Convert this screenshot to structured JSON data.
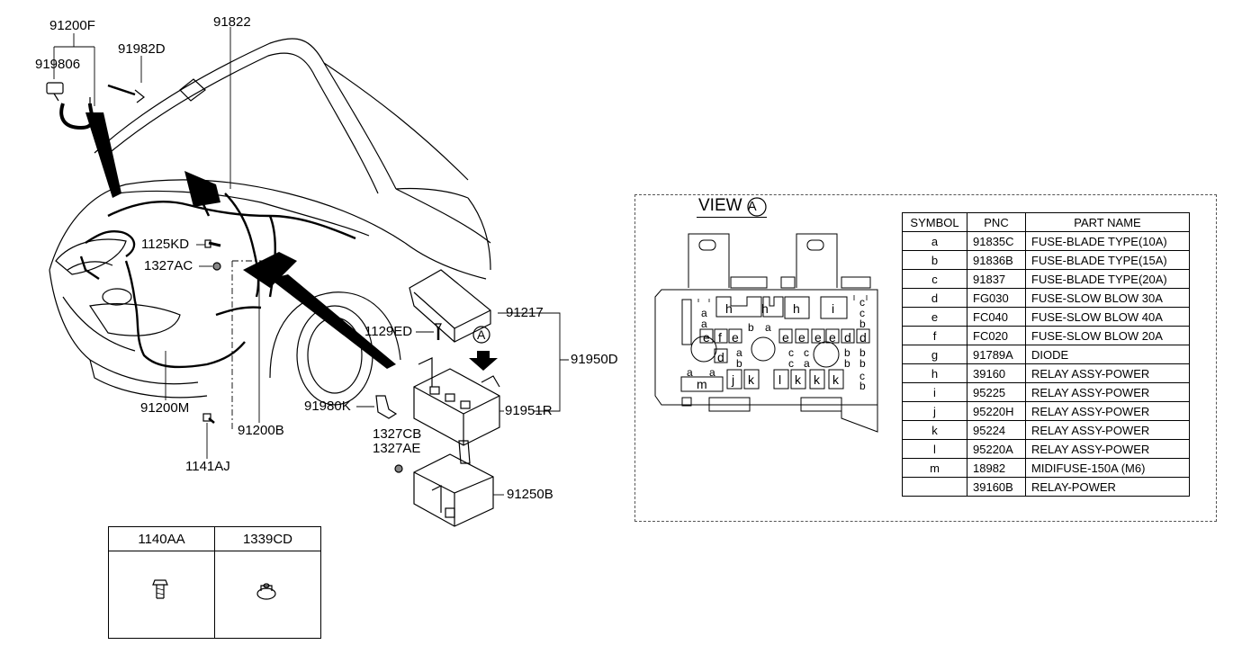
{
  "callouts": {
    "c91200F": "91200F",
    "c919806": "919806",
    "c91982D": "91982D",
    "c91822": "91822",
    "c1125KD": "1125KD",
    "c1327AC": "1327AC",
    "c91217": "91217",
    "c1129ED": "1129ED",
    "c91950D": "91950D",
    "c91980K": "91980K",
    "c91951R": "91951R",
    "c91200M": "91200M",
    "c91200B": "91200B",
    "c1141AJ": "1141AJ",
    "c1327CB": "1327CB",
    "c1327AE": "1327AE",
    "c91250B": "91250B",
    "arrowLetter": "A"
  },
  "view": {
    "prefix": "VIEW",
    "letter": "A"
  },
  "fuse_box_labels": {
    "h": "h",
    "i": "i",
    "a": "a",
    "b": "b",
    "c": "c",
    "d": "d",
    "e": "e",
    "f": "f",
    "j": "j",
    "k": "k",
    "l": "l",
    "m": "m"
  },
  "parts_table": {
    "headers": [
      "SYMBOL",
      "PNC",
      "PART NAME"
    ],
    "rows": [
      {
        "symbol": "a",
        "pnc": "91835C",
        "name": "FUSE-BLADE TYPE(10A)"
      },
      {
        "symbol": "b",
        "pnc": "91836B",
        "name": "FUSE-BLADE TYPE(15A)"
      },
      {
        "symbol": "c",
        "pnc": "91837",
        "name": "FUSE-BLADE TYPE(20A)"
      },
      {
        "symbol": "d",
        "pnc": "FG030",
        "name": "FUSE-SLOW BLOW 30A"
      },
      {
        "symbol": "e",
        "pnc": "FC040",
        "name": "FUSE-SLOW BLOW 40A"
      },
      {
        "symbol": "f",
        "pnc": "FC020",
        "name": "FUSE-SLOW BLOW 20A"
      },
      {
        "symbol": "g",
        "pnc": "91789A",
        "name": "DIODE"
      },
      {
        "symbol": "h",
        "pnc": "39160",
        "name": "RELAY ASSY-POWER"
      },
      {
        "symbol": "i",
        "pnc": "95225",
        "name": "RELAY ASSY-POWER"
      },
      {
        "symbol": "j",
        "pnc": "95220H",
        "name": "RELAY ASSY-POWER"
      },
      {
        "symbol": "k",
        "pnc": "95224",
        "name": "RELAY ASSY-POWER"
      },
      {
        "symbol": "l",
        "pnc": "95220A",
        "name": "RELAY ASSY-POWER"
      },
      {
        "symbol": "m",
        "pnc": "18982",
        "name": "MIDIFUSE-150A (M6)"
      },
      {
        "symbol": "",
        "pnc": "39160B",
        "name": "RELAY-POWER"
      }
    ]
  },
  "hardware_table": {
    "col1": "1140AA",
    "col2": "1339CD"
  }
}
